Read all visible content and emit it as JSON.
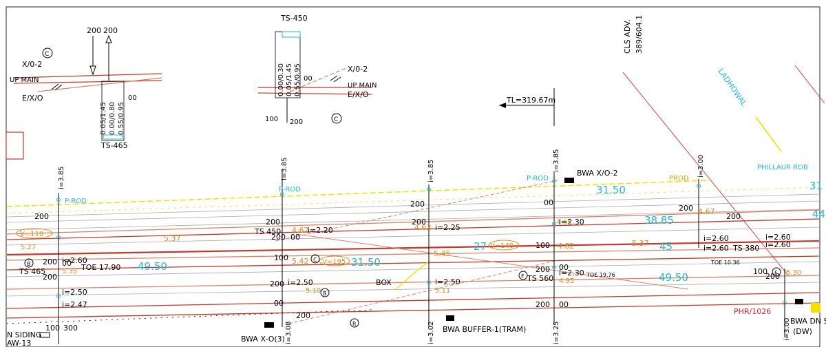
{
  "colors": {
    "background": "#ffffff",
    "track": "#c0392b",
    "track_light": "#d9826a",
    "dimension": "#000000",
    "cyan_text": "#1fb8d6",
    "orange_text": "#d98a1c",
    "yellow_line": "#f1e000",
    "red_label": "#e0242a",
    "magenta": "#c020c0"
  },
  "labels": {
    "top_left": {
      "load_a": "200",
      "load_b": "200",
      "circle_c": "C",
      "x_o_2": "X/0-2",
      "up_main": "UP MAIN",
      "e_x_o": "E/X/O",
      "col_1": "0.05/1.45",
      "col_2": "0.00/0.80",
      "col_3": "0.55/0.95",
      "col_00": "00",
      "ts": "TS-465"
    },
    "top_mid": {
      "ts": "TS-450",
      "col_1": "0.00/0.30",
      "col_2": "0.05/1.45",
      "col_3": "0.55/0.95",
      "col_00": "00",
      "x_o_2": "X/0-2",
      "up_main": "UP MAIN",
      "e_x_o": "E/X/O",
      "dim_100": "100",
      "dim_200": "200",
      "circle_c": "C"
    },
    "tl": "TL=319.67m",
    "cls": "CLS  ADV.",
    "cls_km": "389/604.1",
    "ladhowal": "LADHOWAL",
    "phillaur_rob": "PHILLAUR ROB",
    "ts465_main": "TS 465",
    "toe_1790": "TOE  17.90",
    "ts450_main": "TS 450",
    "ts560": "TS 560",
    "toe_1976": "TOE 19.76",
    "ts380": "TS  380",
    "toe_1036": "TOE 10.36",
    "v110": "V=110",
    "v195": "V=195",
    "v140": "V=140",
    "box": "BOX",
    "p_rod_1": "P-ROD",
    "p_rod_2": "P-ROD",
    "p_rod_3": "P-ROD",
    "prod_4": "PROD",
    "bwa_xo2": "BWA  X/O-2",
    "bwa_xo3": "BWA  X-O(3)",
    "bwa_buffer": "BWA  BUFFER-1(TRAM)",
    "bwa_dn": "BWA  DN  S",
    "dw": "(DW)",
    "phr": "PHR/1026",
    "n_siding": "N  SIDING",
    "aw13": "AW-13",
    "dist_4950_a": "49.50",
    "dist_3150_a": "31.50",
    "dist_3150_b": "31.50",
    "dist_27": "27",
    "dist_3885": "38.85",
    "dist_45": "45",
    "dist_4950_b": "49.50",
    "dist_31": "31",
    "dist_44": "44",
    "i_385_1": "i=3.85",
    "i_385_2": "i=3.85",
    "i_385_3": "i=3.85",
    "i_385_4": "i=3.85",
    "i_300": "i=3.00",
    "i_220": "i=2.20",
    "i_225": "i=2.25",
    "i_230a": "i=2.30",
    "i_230b": "i=2.30",
    "i_260a": "i=2.60",
    "i_260b": "i=2.60",
    "i_260c": "i=2.60",
    "i_260d": "i=2.60",
    "i_260e": "i=2.60",
    "i_250a": "i=2.50",
    "i_250b": "i=2.50",
    "i_250c": "i=2.50",
    "i_247": "i=2.47",
    "i_308": "i=3.08",
    "i_302": "i=3.02",
    "i_325": "i=3.25",
    "i_300b": "i=3.00",
    "o_537a": "5.37",
    "o_537b": "5.37",
    "o_537c": "5.37",
    "o_462a": "4.62",
    "o_462b": "4.62",
    "o_467": "4.67",
    "o_465": "4.65",
    "o_542": "5.42",
    "o_545": "5.45",
    "o_482": "4.82",
    "o_495": "4.95",
    "o_535": "5.35",
    "o_510": "5.10",
    "o_511": "5.11",
    "o_527": "5.27",
    "o_530": "5.30",
    "n_200": "200",
    "n_100": "100",
    "n_00": "00",
    "n_300": "300",
    "c_f": "F",
    "c_b": "B",
    "c_r": "R"
  }
}
